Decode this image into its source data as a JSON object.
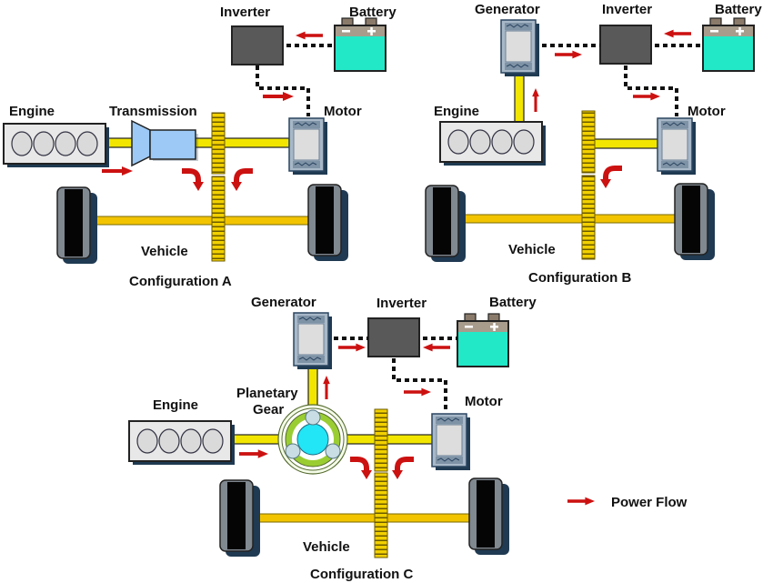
{
  "configurations": [
    {
      "id": "A",
      "caption": "Configuration A",
      "labels": {
        "inverter": "Inverter",
        "battery": "Battery",
        "engine": "Engine",
        "transmission": "Transmission",
        "motor": "Motor",
        "vehicle": "Vehicle"
      }
    },
    {
      "id": "B",
      "caption": "Configuration B",
      "labels": {
        "generator": "Generator",
        "inverter": "Inverter",
        "battery": "Battery",
        "engine": "Engine",
        "motor": "Motor",
        "vehicle": "Vehicle"
      }
    },
    {
      "id": "C",
      "caption": "Configuration C",
      "labels": {
        "generator": "Generator",
        "inverter": "Inverter",
        "battery": "Battery",
        "engine": "Engine",
        "planetary_gear_line1": "Planetary",
        "planetary_gear_line2": "Gear",
        "motor": "Motor",
        "vehicle": "Vehicle"
      }
    }
  ],
  "legend": {
    "label": "Power Flow",
    "icon": "red-arrow-icon"
  },
  "colors": {
    "shaft": "#f2e600",
    "axle": "#f2c400",
    "inverter": "#595959",
    "battery": "#22e8c8",
    "arrow": "#cc1111",
    "transmission": "#9cc9f5",
    "planet_sun": "#22e5f5",
    "planet_ring": "#9acd32"
  }
}
